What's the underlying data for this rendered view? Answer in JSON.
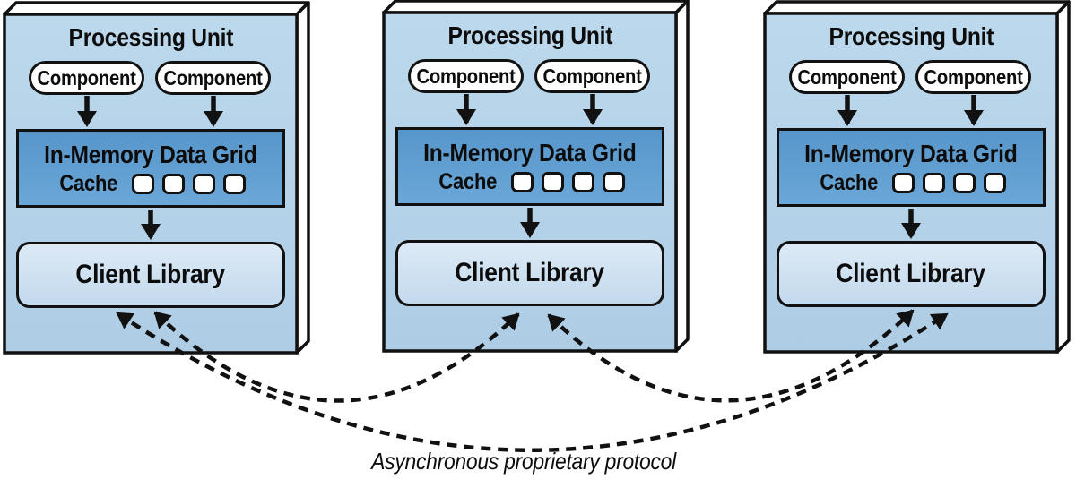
{
  "units": [
    {
      "title": "Processing Unit",
      "components": [
        "Component",
        "Component"
      ],
      "grid_title": "In-Memory Data Grid",
      "cache_label": "Cache",
      "cache_slots": 4,
      "client_label": "Client Library"
    },
    {
      "title": "Processing Unit",
      "components": [
        "Component",
        "Component"
      ],
      "grid_title": "In-Memory Data Grid",
      "cache_label": "Cache",
      "cache_slots": 4,
      "client_label": "Client Library"
    },
    {
      "title": "Processing Unit",
      "components": [
        "Component",
        "Component"
      ],
      "grid_title": "In-Memory Data Grid",
      "cache_label": "Cache",
      "cache_slots": 4,
      "client_label": "Client Library"
    }
  ],
  "connection": {
    "label": "Asynchronous proprietary protocol",
    "style": "dashed-bidirectional",
    "links": [
      "unit1-unit2",
      "unit2-unit3",
      "unit1-unit3"
    ]
  },
  "colors": {
    "unit_face": "#b6d3e9",
    "unit_side_face": "#ffffff",
    "grid_fill_top": "#5796cb",
    "grid_fill_bottom": "#6ba7d7",
    "client_fill_top": "#dceaf6",
    "client_fill_bottom": "#c3d9ed",
    "pill_fill": "#fefefe",
    "stroke": "#111111",
    "background": "#ffffff"
  }
}
